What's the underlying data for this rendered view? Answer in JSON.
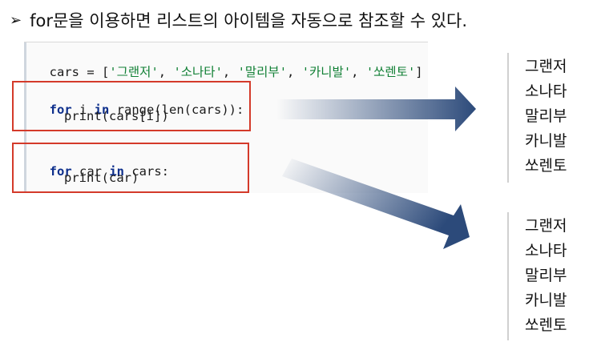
{
  "heading": {
    "bullet": "➢",
    "text": "for문을 이용하면 리스트의 아이템을 자동으로 참조할 수 있다."
  },
  "code": {
    "line1": {
      "prefix": "cars = [",
      "items": [
        "'그랜저'",
        "'소나타'",
        "'말리부'",
        "'카니발'",
        "'쏘렌토'"
      ],
      "sep": ", ",
      "suffix": "]"
    },
    "block1": {
      "kw_for": "for",
      "var": " i ",
      "kw_in": "in",
      "rest": " range(len(cars)):",
      "body": "print(cars[i])"
    },
    "block2": {
      "kw_for": "for",
      "var": " car ",
      "kw_in": "in",
      "rest": " cars:",
      "body": "print(car)"
    }
  },
  "outputs": [
    [
      "그랜저",
      "소나타",
      "말리부",
      "카니발",
      "쏘렌토"
    ],
    [
      "그랜저",
      "소나타",
      "말리부",
      "카니발",
      "쏘렌토"
    ]
  ],
  "colors": {
    "arrow": "#2c4a7a",
    "highlight_box": "#d43a2a",
    "keyword": "#0d2f8c",
    "string": "#118035"
  }
}
